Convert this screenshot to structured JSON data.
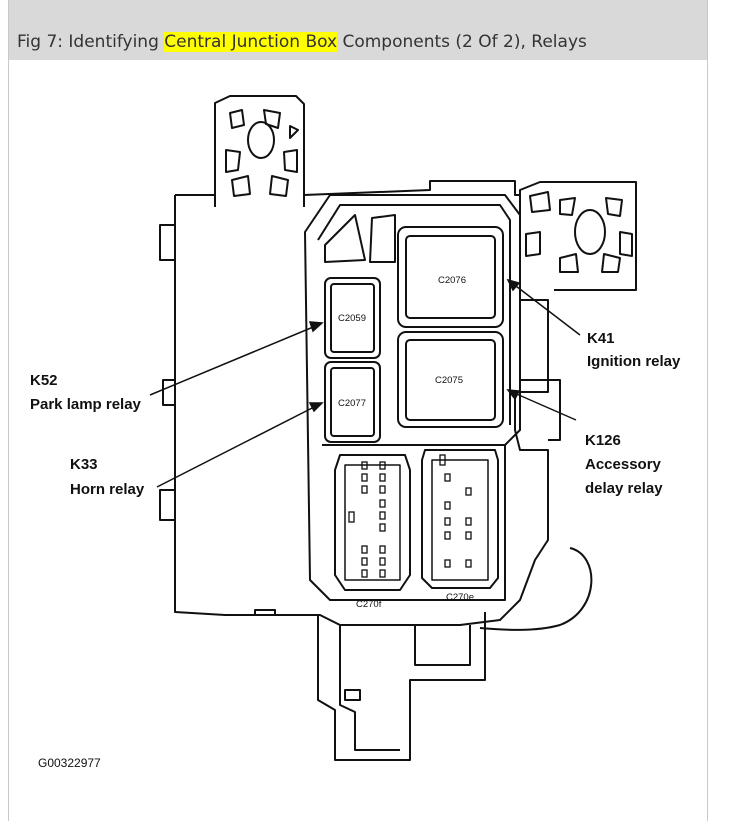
{
  "caption": {
    "prefix": "Fig 7: Identifying ",
    "highlight": "Central Junction Box",
    "suffix": " Components (2 Of 2), Relays",
    "highlight_color": "#ffff00"
  },
  "connectors": {
    "c2076": "C2076",
    "c2059": "C2059",
    "c2075": "C2075",
    "c2077": "C2077",
    "c270f": "C270f",
    "c270e": "C270e"
  },
  "labels": {
    "k41": {
      "code": "K41",
      "name": "Ignition relay"
    },
    "k52": {
      "code": "K52",
      "name": "Park lamp relay"
    },
    "k126": {
      "code": "K126",
      "name": "Accessory",
      "name2": "delay relay"
    },
    "k33": {
      "code": "K33",
      "name": "Horn relay"
    }
  },
  "figure_id": "G00322977"
}
